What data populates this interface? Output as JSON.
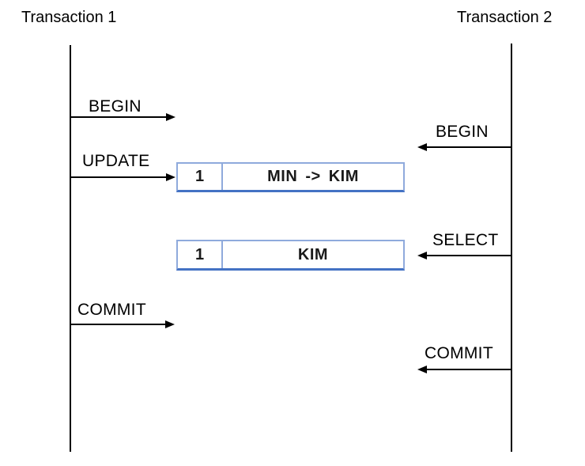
{
  "transactions": [
    {
      "label": "Transaction 1"
    },
    {
      "label": "Transaction 2"
    }
  ],
  "t1_events": [
    {
      "label": "BEGIN"
    },
    {
      "label": "UPDATE"
    },
    {
      "label": "COMMIT"
    }
  ],
  "t2_events": [
    {
      "label": "BEGIN"
    },
    {
      "label": "SELECT"
    },
    {
      "label": "COMMIT"
    }
  ],
  "rows": [
    {
      "id": "1",
      "value": "MIN -> KIM"
    },
    {
      "id": "1",
      "value": "KIM"
    }
  ],
  "colors": {
    "background": "#FFFFFF",
    "text": "#000000",
    "line": "#000000",
    "box-border": "#8FAADC",
    "box-border-bottom": "#4472C4"
  }
}
